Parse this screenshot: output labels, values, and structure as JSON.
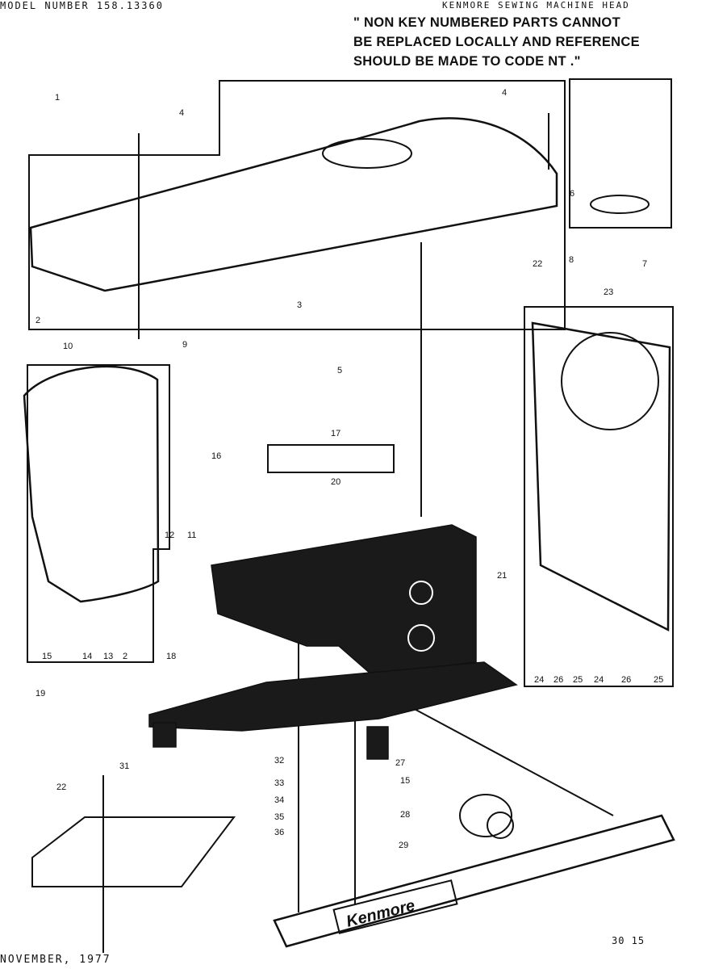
{
  "header": {
    "model_number": "MODEL NUMBER 158.13360",
    "section_title": "KENMORE SEWING MACHINE HEAD",
    "notice_lines": [
      "\" NON KEY NUMBERED PARTS CANNOT",
      "BE REPLACED LOCALLY AND REFERENCE",
      "SHOULD BE MADE TO CODE NT .\""
    ]
  },
  "diagram": {
    "brand_plate_text": "Kenmore",
    "callouts": [
      "1",
      "2",
      "3",
      "4",
      "4",
      "5",
      "6",
      "7",
      "8",
      "9",
      "10",
      "11",
      "12",
      "13",
      "14",
      "15",
      "15",
      "16",
      "17",
      "18",
      "19",
      "20",
      "21",
      "22",
      "22",
      "23",
      "24",
      "24",
      "25",
      "25",
      "26",
      "26",
      "27",
      "28",
      "29",
      "2",
      "31",
      "32",
      "33",
      "34",
      "35",
      "36"
    ]
  },
  "footer": {
    "date": "NOVEMBER, 1977",
    "page_ref": "30  15"
  },
  "colors": {
    "ink": "#111111",
    "paper": "#ffffff",
    "machine_fill": "#1a1a1a"
  }
}
